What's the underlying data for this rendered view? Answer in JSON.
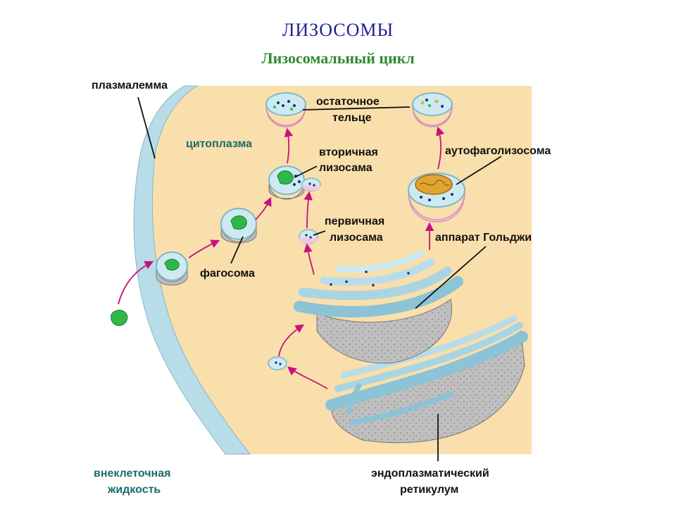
{
  "header": {
    "title": "ЛИЗОСОМЫ",
    "subtitle": "Лизосомальный цикл"
  },
  "labels": {
    "plasmalemma": "плазмалемма",
    "cytoplasm": "цитоплазма",
    "residual_body_line1": "остаточное",
    "residual_body_line2": "тельце",
    "secondary_lysosome_line1": "вторичная",
    "secondary_lysosome_line2": "лизосама",
    "autophagolysosome": "аутофаголизосома",
    "primary_lysosome_line1": "первичная",
    "primary_lysosome_line2": "лизосама",
    "golgi": "аппарат Гольджи",
    "phagosome": "фагосома",
    "extracellular_line1": "внеклеточная",
    "extracellular_line2": "жидкость",
    "er_line1": "эндоплазматический",
    "er_line2": "ретикулум"
  },
  "colors": {
    "cytoplasm": "#f9dfab",
    "membrane": "#b5dbe8",
    "membrane_dark": "#7fb6c8",
    "vesicle_top": "#cdeaf1",
    "vesicle_bottom": "#f5c6e0",
    "lumen_gray": "#bdbdbd",
    "content_green": "#2fb84a",
    "arrow": "#c8107e",
    "title": "#1f1f8f",
    "subtitle": "#2f8a2f",
    "cytoplasm_label": "#1a6b6b"
  }
}
